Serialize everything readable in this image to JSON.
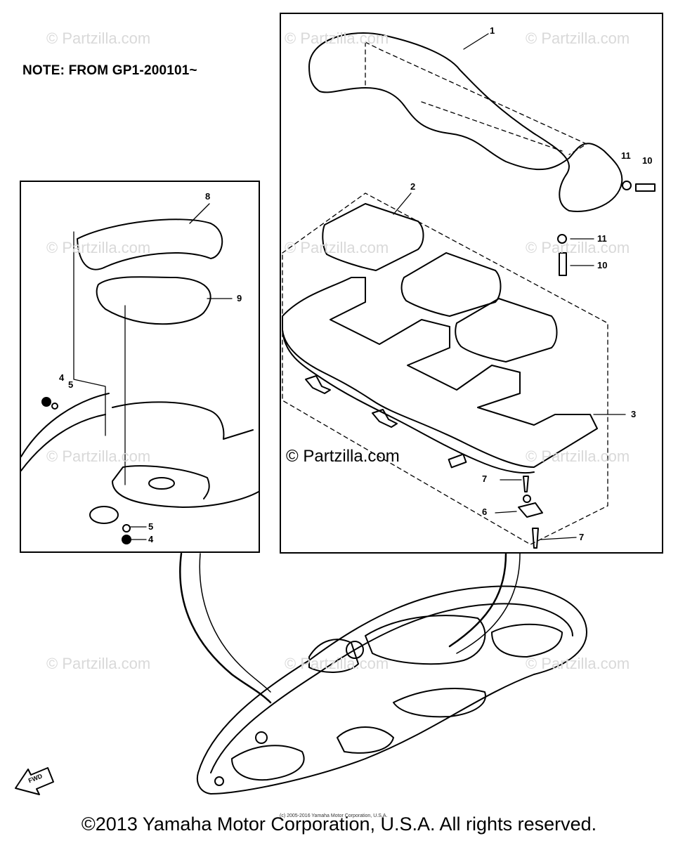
{
  "note": "NOTE: FROM GP1-200101~",
  "watermark": "© Partzilla.com",
  "watermark_center": "© Partzilla.com",
  "copyright": "©2013 Yamaha Motor Corporation, U.S.A. All rights reserved.",
  "tiny_copyright": "(c) 2005-2016 Yamaha Motor Corporation, U.S.A.",
  "fwd_label": "FWD",
  "callouts": {
    "c1": "1",
    "c2": "2",
    "c3": "3",
    "c4a": "4",
    "c4b": "4",
    "c5a": "5",
    "c5b": "5",
    "c6": "6",
    "c7a": "7",
    "c7b": "7",
    "c8": "8",
    "c9": "9",
    "c10a": "10",
    "c10b": "10",
    "c11a": "11",
    "c11b": "11"
  }
}
